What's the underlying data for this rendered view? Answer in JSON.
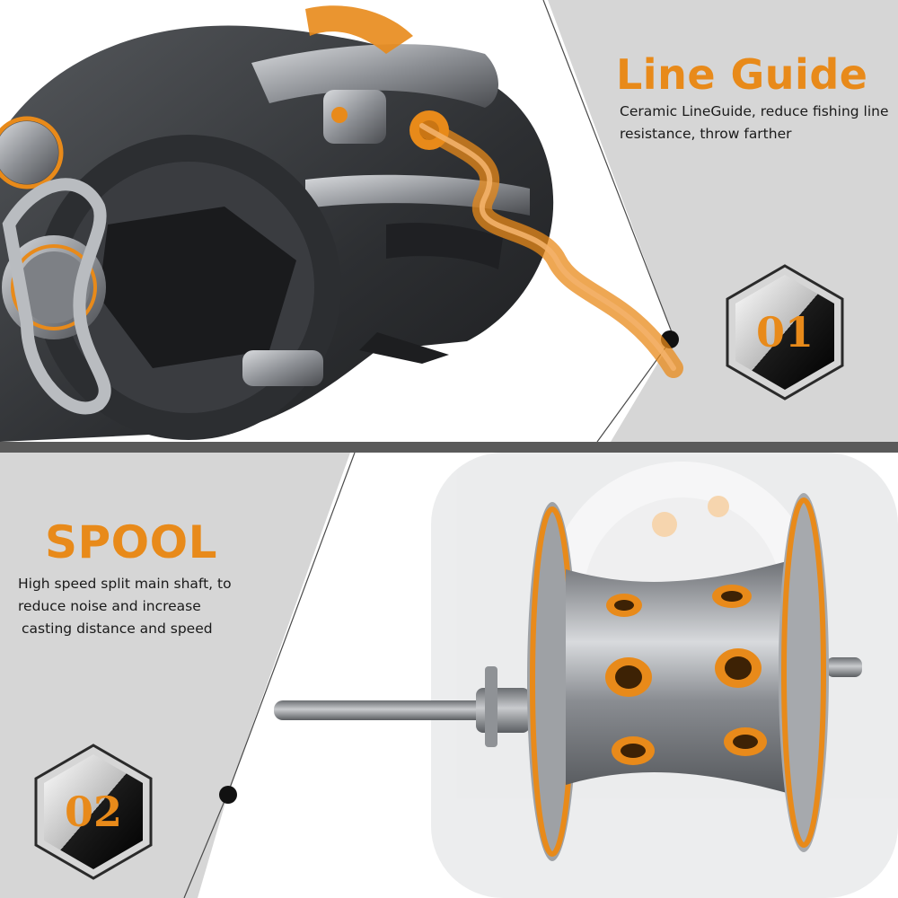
{
  "line_guide": {
    "title": "Line Guide",
    "description": "Ceramic LineGuide, reduce fishing line resistance, throw farther",
    "badge": "01"
  },
  "spool": {
    "title": "SPOOL",
    "description_lines": [
      "High speed split main shaft, to",
      "reduce noise and increase",
      "casting distance and speed"
    ],
    "badge": "02"
  },
  "colors": {
    "accent": "#e88a1a",
    "panel_gray": "#d6d6d6",
    "divider": "#5a5a5a",
    "reel_dark": "#2f3134",
    "metal": "#9ea1a5"
  }
}
